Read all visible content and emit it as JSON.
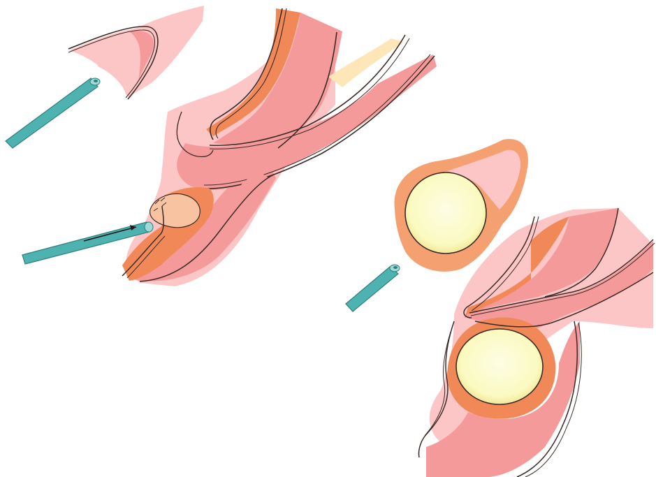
{
  "figure": {
    "panels": [
      {
        "id": "top-left",
        "components": [
          "catheter",
          "diverticulum-flap",
          "esophagus",
          "fold"
        ]
      },
      {
        "id": "bottom-left",
        "components": [
          "catheter",
          "balloon-cyst",
          "wall-layers"
        ]
      },
      {
        "id": "mid-right",
        "components": [
          "catheter",
          "large-cyst"
        ]
      },
      {
        "id": "bottom-right",
        "components": [
          "cyst-in-wall",
          "esophagus",
          "fold"
        ]
      }
    ]
  },
  "colors": {
    "outline": "#3a2a26",
    "mucosa": "#f59a9a",
    "mucosa_light": "#fcc6c6",
    "muscle": "#f08858",
    "muscle_light": "#f5a070",
    "highlight": "#fde7b8",
    "cyst_fill": "#fbfac0",
    "cyst_core": "#fdfde5",
    "cyst_rim": "#f3c080",
    "catheter": "#4eb3b0",
    "catheter_dark": "#2e7f7c",
    "tip": "#9fd9d6",
    "small_cyst": "#f8c3a0",
    "background": "#ffffff"
  }
}
